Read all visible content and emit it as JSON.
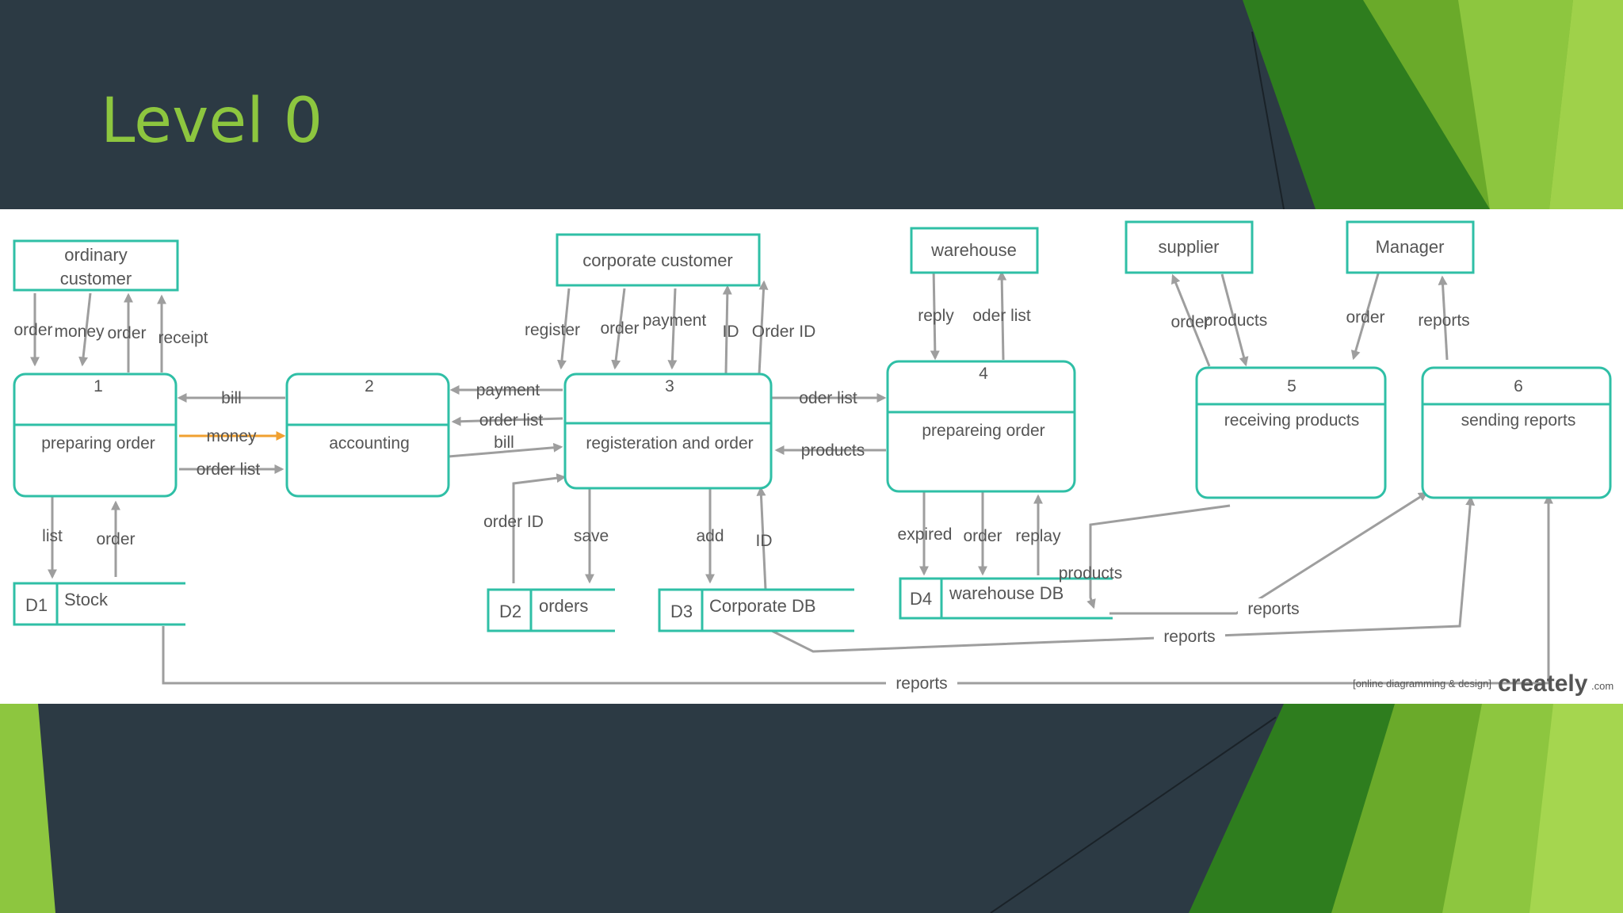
{
  "slide": {
    "title": "Level 0"
  },
  "external_entities": [
    {
      "id": "ordinary-customer",
      "label": "ordinary customer",
      "lines": [
        "ordinary",
        "customer"
      ]
    },
    {
      "id": "corporate-customer",
      "label": "corporate customer"
    },
    {
      "id": "warehouse",
      "label": "warehouse"
    },
    {
      "id": "supplier",
      "label": "supplier"
    },
    {
      "id": "manager",
      "label": "Manager"
    }
  ],
  "processes": [
    {
      "number": "1",
      "name": "preparing order"
    },
    {
      "number": "2",
      "name": "accounting"
    },
    {
      "number": "3",
      "name": "registeration and order"
    },
    {
      "number": "4",
      "name": "prepareing order"
    },
    {
      "number": "5",
      "name": "receiving products"
    },
    {
      "number": "6",
      "name": "sending reports"
    }
  ],
  "data_stores": [
    {
      "id": "D1",
      "name": "Stock"
    },
    {
      "id": "D2",
      "name": "orders"
    },
    {
      "id": "D3",
      "name": "Corporate DB"
    },
    {
      "id": "D4",
      "name": "warehouse DB"
    }
  ],
  "flows": [
    {
      "id": "f1",
      "label": "order"
    },
    {
      "id": "f2",
      "label": "money"
    },
    {
      "id": "f3",
      "label": "order"
    },
    {
      "id": "f4",
      "label": "receipt"
    },
    {
      "id": "f5",
      "label": "bill"
    },
    {
      "id": "f6",
      "label": "money"
    },
    {
      "id": "f7",
      "label": "order list"
    },
    {
      "id": "f8",
      "label": "list"
    },
    {
      "id": "f9",
      "label": "order"
    },
    {
      "id": "f10",
      "label": "payment"
    },
    {
      "id": "f11",
      "label": "order list"
    },
    {
      "id": "f12",
      "label": "bill"
    },
    {
      "id": "f13",
      "label": "register"
    },
    {
      "id": "f14",
      "label": "order"
    },
    {
      "id": "f15",
      "label": "payment"
    },
    {
      "id": "f16",
      "label": "ID"
    },
    {
      "id": "f17",
      "label": "Order ID"
    },
    {
      "id": "f18",
      "label": "order ID"
    },
    {
      "id": "f19",
      "label": "save"
    },
    {
      "id": "f20",
      "label": "add"
    },
    {
      "id": "f21",
      "label": "ID"
    },
    {
      "id": "f22",
      "label": "oder list"
    },
    {
      "id": "f23",
      "label": "products"
    },
    {
      "id": "f24",
      "label": "reply"
    },
    {
      "id": "f25",
      "label": "oder list"
    },
    {
      "id": "f26",
      "label": "expired"
    },
    {
      "id": "f27",
      "label": "order"
    },
    {
      "id": "f28",
      "label": "replay"
    },
    {
      "id": "f29",
      "label": "order"
    },
    {
      "id": "f30",
      "label": "products"
    },
    {
      "id": "f31",
      "label": "products"
    },
    {
      "id": "f32",
      "label": "order"
    },
    {
      "id": "f33",
      "label": "reports"
    },
    {
      "id": "f34",
      "label": "reports"
    },
    {
      "id": "f35",
      "label": "reports"
    },
    {
      "id": "f36",
      "label": "reports"
    }
  ],
  "watermark": {
    "tagline": "[online diagramming & design]",
    "brand": "creately",
    "tld": ".com"
  },
  "colors": {
    "background": "#2c3a44",
    "accent": "#8dc63f",
    "teal": "#2fbfa6",
    "flow": "#9e9e9e",
    "highlight": "#f0a030"
  }
}
